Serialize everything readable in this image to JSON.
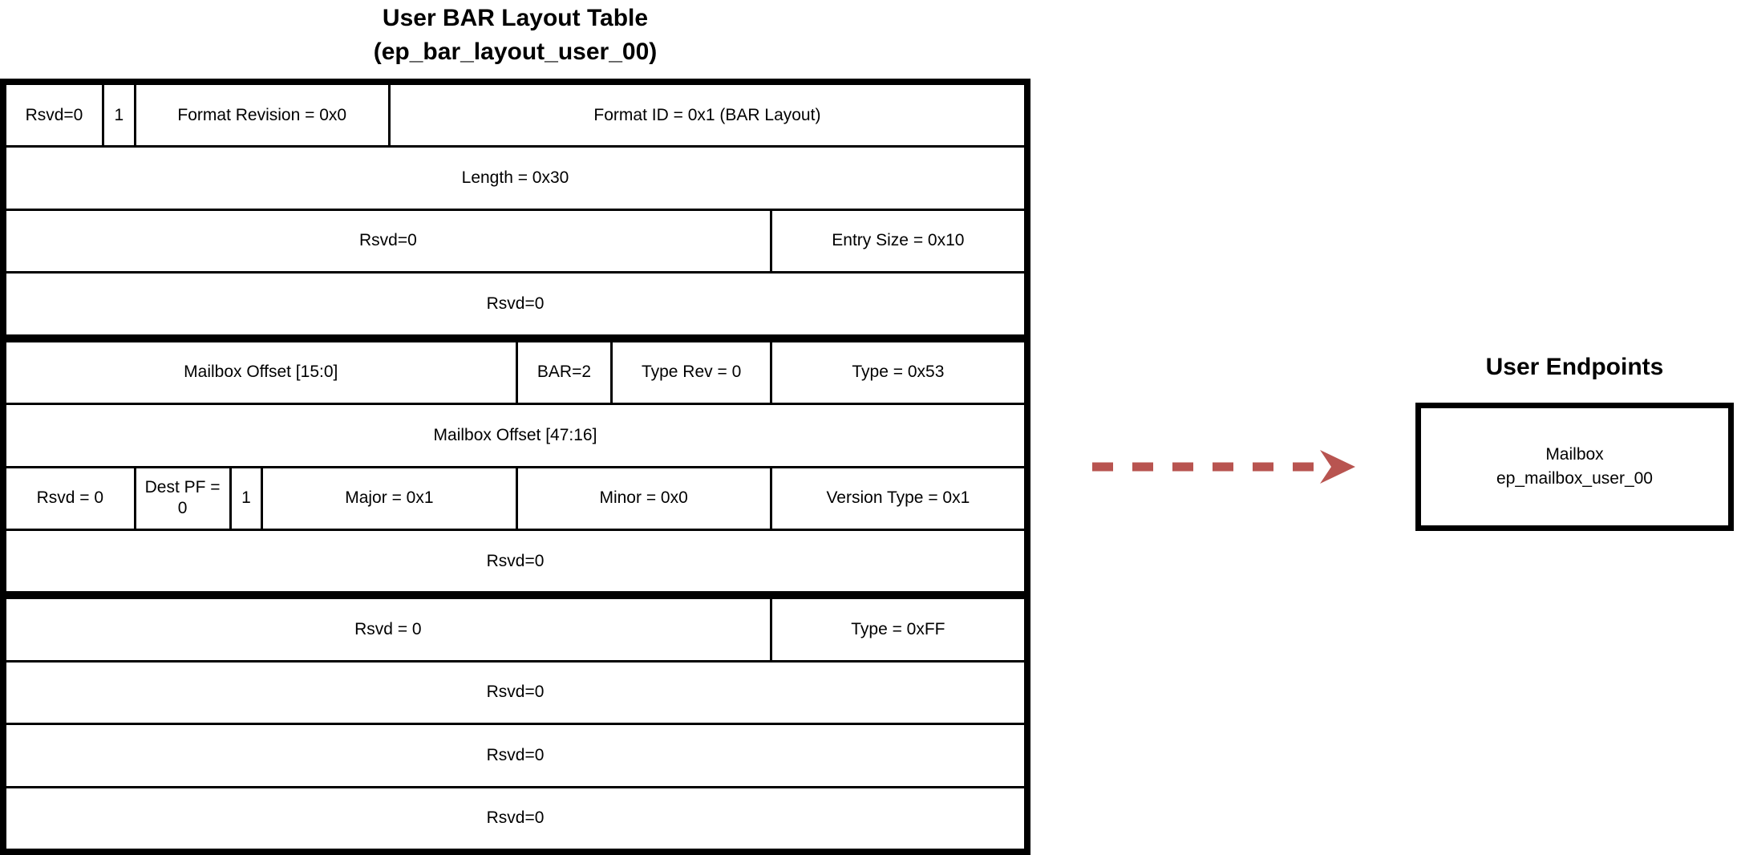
{
  "table": {
    "title_line1": "User BAR Layout Table",
    "title_line2": "(ep_bar_layout_user_00)",
    "groups": [
      {
        "rows": [
          {
            "cells": [
              {
                "label": "Rsvd=0",
                "bits": 3
              },
              {
                "label": "1",
                "bits": 1
              },
              {
                "label": "Format Revision = 0x0",
                "bits": 8
              },
              {
                "label": "Format ID = 0x1 (BAR Layout)",
                "bits": 20
              }
            ]
          },
          {
            "cells": [
              {
                "label": "Length = 0x30",
                "bits": 32
              }
            ]
          },
          {
            "cells": [
              {
                "label": "Rsvd=0",
                "bits": 24
              },
              {
                "label": "Entry Size = 0x10",
                "bits": 8
              }
            ]
          },
          {
            "cells": [
              {
                "label": "Rsvd=0",
                "bits": 32
              }
            ]
          }
        ]
      },
      {
        "rows": [
          {
            "cells": [
              {
                "label": "Mailbox Offset [15:0]",
                "bits": 16
              },
              {
                "label": "BAR=2",
                "bits": 3
              },
              {
                "label": "Type Rev = 0",
                "bits": 5
              },
              {
                "label": "Type = 0x53",
                "bits": 8
              }
            ]
          },
          {
            "cells": [
              {
                "label": "Mailbox Offset [47:16]",
                "bits": 32
              }
            ]
          },
          {
            "cells": [
              {
                "label": "Rsvd = 0",
                "bits": 4
              },
              {
                "label": "Dest PF = 0",
                "bits": 3
              },
              {
                "label": "1",
                "bits": 1
              },
              {
                "label": "Major = 0x1",
                "bits": 8
              },
              {
                "label": "Minor = 0x0",
                "bits": 8
              },
              {
                "label": "Version Type = 0x1",
                "bits": 8
              }
            ]
          },
          {
            "cells": [
              {
                "label": "Rsvd=0",
                "bits": 32
              }
            ]
          }
        ]
      },
      {
        "rows": [
          {
            "cells": [
              {
                "label": "Rsvd = 0",
                "bits": 24
              },
              {
                "label": "Type = 0xFF",
                "bits": 8
              }
            ]
          },
          {
            "cells": [
              {
                "label": "Rsvd=0",
                "bits": 32
              }
            ]
          },
          {
            "cells": [
              {
                "label": "Rsvd=0",
                "bits": 32
              }
            ]
          },
          {
            "cells": [
              {
                "label": "Rsvd=0",
                "bits": 32
              }
            ]
          }
        ]
      }
    ]
  },
  "endpoints": {
    "title": "User Endpoints",
    "mailbox_line1": "Mailbox",
    "mailbox_line2": "ep_mailbox_user_00"
  },
  "colors": {
    "arrow": "#b85450",
    "border": "#000000"
  }
}
